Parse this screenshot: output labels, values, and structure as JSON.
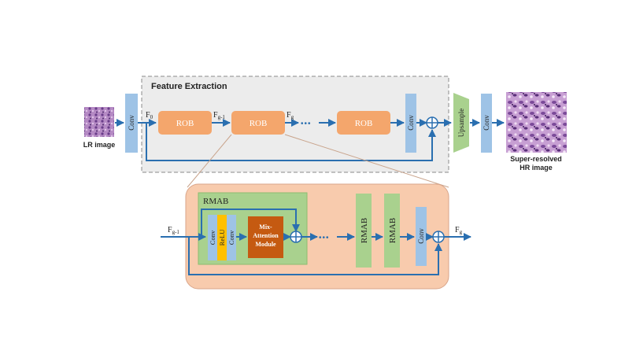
{
  "top": {
    "feature_extraction_label": "Feature Extraction",
    "lr_image_label": "LR image",
    "hr_image_label_line1": "Super-resolved",
    "hr_image_label_line2": "HR image",
    "conv_label": "Conv",
    "upsample_label": "Upsample",
    "rob_label": "ROB",
    "f0_label": "F",
    "f0_sub": "0",
    "fg1_label": "F",
    "fg1_sub": "g-1",
    "fg_label": "F",
    "fg_sub": "g",
    "dots": "•••"
  },
  "bottom": {
    "rmab_title": "RMAB",
    "fg1_label": "F",
    "fg1_sub": "g-1",
    "fg_label": "F",
    "fg_sub": "g",
    "conv_label": "Conv",
    "relu_label": "ReLU",
    "mix_line1": "Mix-",
    "mix_line2": "Attention",
    "mix_line3": "Module",
    "rmab_label": "RMAB",
    "dots": "•••"
  },
  "colors": {
    "arrow": "#2a6fb0",
    "conv_fill": "#9ec3e6",
    "rob_fill": "#f4a66c",
    "upsample_fill": "#a9d18e",
    "rmab_fill": "#a9d18e",
    "relu_fill": "#ffc000",
    "mix_fill": "#c55a11",
    "bottom_panel": "#f8cbad",
    "dashed_panel": "#ececec"
  }
}
